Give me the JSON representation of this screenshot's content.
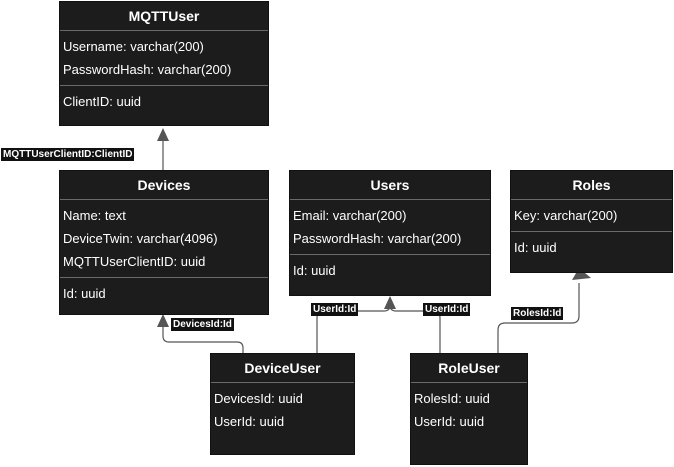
{
  "entities": {
    "mqttuser": {
      "title": "MQTTUser",
      "fields": [
        "Username: varchar(200)",
        "PasswordHash: varchar(200)"
      ],
      "key": "ClientID: uuid"
    },
    "devices": {
      "title": "Devices",
      "fields": [
        "Name: text",
        "DeviceTwin: varchar(4096)",
        "MQTTUserClientID: uuid"
      ],
      "key": "Id: uuid"
    },
    "users": {
      "title": "Users",
      "fields": [
        "Email: varchar(200)",
        "PasswordHash: varchar(200)"
      ],
      "key": "Id: uuid"
    },
    "roles": {
      "title": "Roles",
      "fields": [
        "Key: varchar(200)"
      ],
      "key": "Id: uuid"
    },
    "deviceuser": {
      "title": "DeviceUser",
      "fields": [
        "DevicesId: uuid",
        "UserId: uuid"
      ]
    },
    "roleuser": {
      "title": "RoleUser",
      "fields": [
        "RolesId: uuid",
        "UserId: uuid"
      ]
    }
  },
  "relations": {
    "mqtt_link": "MQTTUserClientID:ClientID",
    "devices_link": "DevicesId:Id",
    "deviceuser_users_link": "UserId:Id",
    "roleuser_users_link": "UserId:Id",
    "roles_link": "RolesId:Id"
  },
  "colors": {
    "box": "#1c1c1c",
    "line": "#555555",
    "arrow": "#555555"
  }
}
